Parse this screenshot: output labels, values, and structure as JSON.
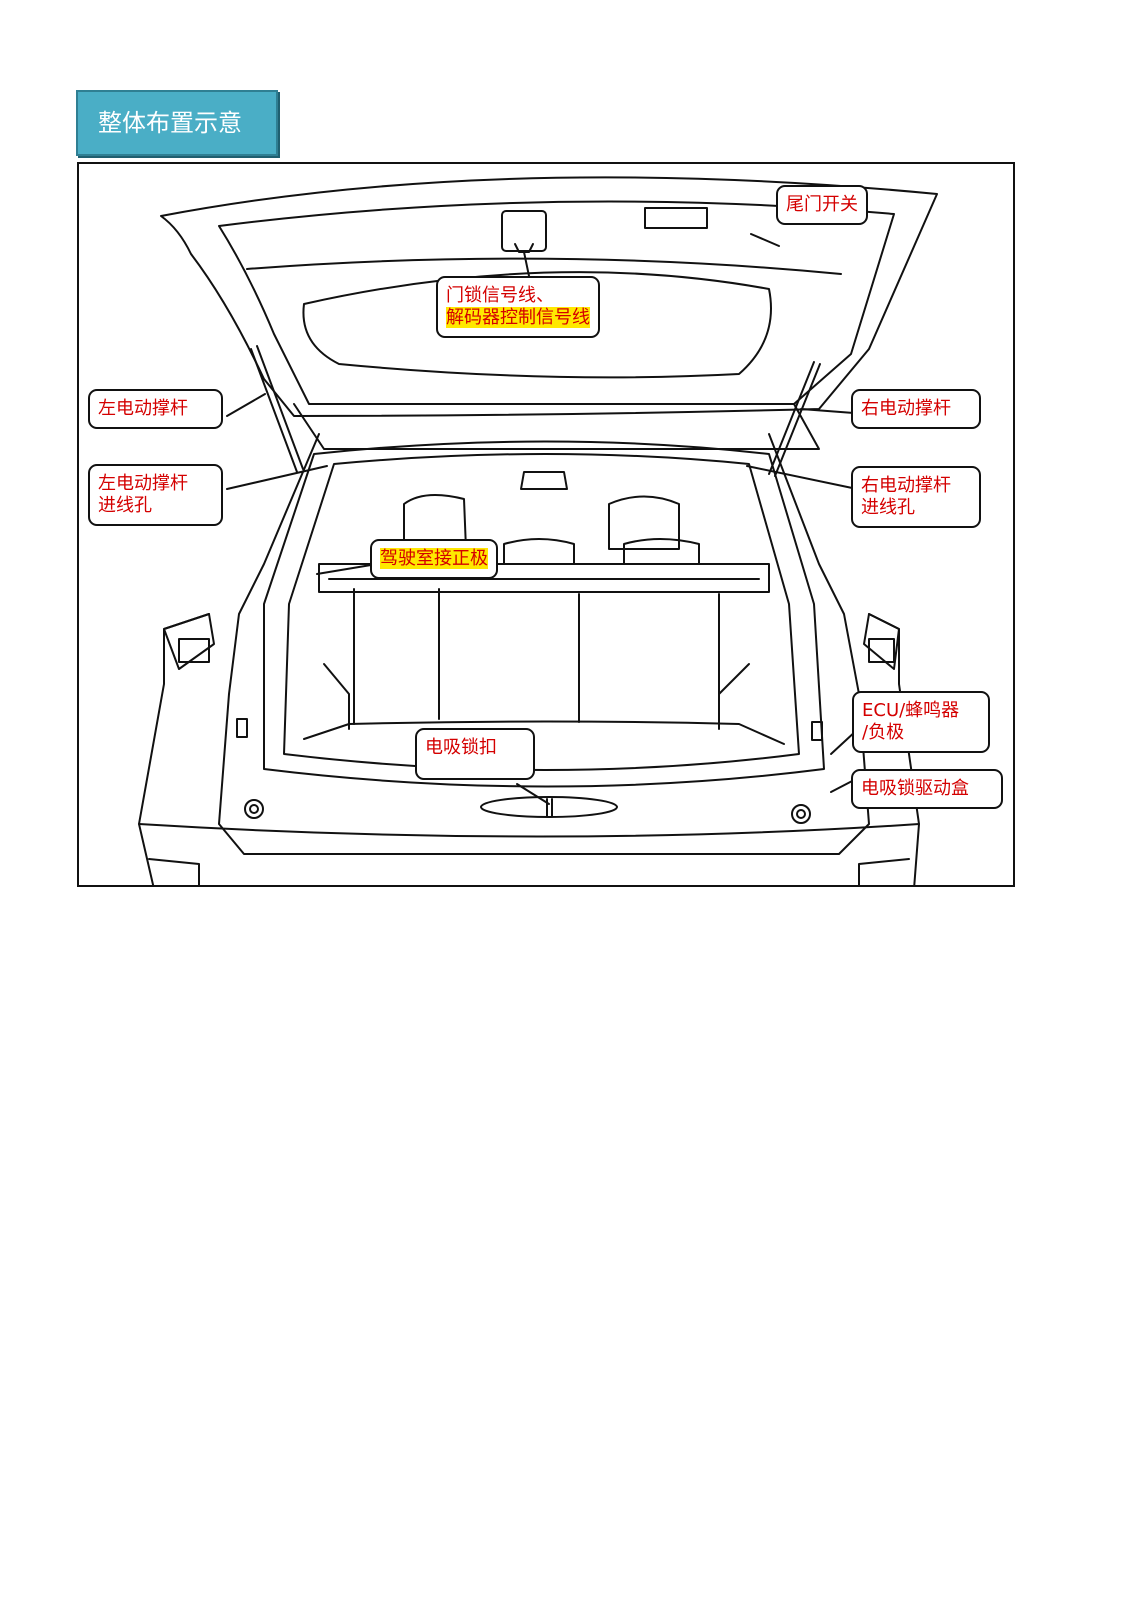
{
  "page_title": "整体布置示意",
  "colors": {
    "title_bg": "#4aaec6",
    "callout_text": "#d40000",
    "highlight": "#ffe800",
    "line": "#111111"
  },
  "callouts": {
    "tailgate_switch": [
      "尾门开关"
    ],
    "door_lock_signal": [
      "门锁信号线、",
      "解码器控制信号线"
    ],
    "left_strut": [
      "左电动撑杆"
    ],
    "left_strut_hole": [
      "左电动撑杆",
      "进线孔"
    ],
    "right_strut": [
      "右电动撑杆"
    ],
    "right_strut_hole": [
      "右电动撑杆",
      "进线孔"
    ],
    "cabin_positive": [
      "驾驶室接正极"
    ],
    "ecu": [
      "ECU/蜂鸣器",
      "/负极"
    ],
    "suction_latch": [
      "电吸锁扣"
    ],
    "latch_driver_box": [
      "电吸锁驱动盒"
    ]
  }
}
